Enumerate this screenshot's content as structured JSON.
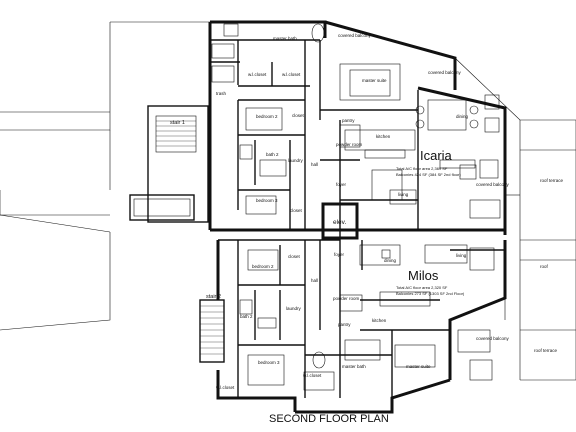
{
  "title": "SECOND FLOOR PLAN",
  "units": [
    {
      "name": "Icaria",
      "ac_area": "Total A/C floor area 2,369 SF",
      "balconies": "Balconies 424 SF (384 SF 2nd floor)"
    },
    {
      "name": "Milos",
      "ac_area": "Total A/C floor area 2,320 SF",
      "balconies": "Balconies 273 SF (1303 SF 2nd Floor)"
    }
  ],
  "rooms": {
    "master_bath_top": "master bath",
    "covered_balcony_top": "covered balcony",
    "wlcloset_a": "w.l.closet",
    "wlcloset_b": "w.l.closet",
    "master_suite_top": "master suite",
    "covered_balcony_top2": "covered balcony",
    "trash": "trash",
    "stair1": "stair 1",
    "bedroom2_top": "bedroom 2",
    "closet_a": "closet",
    "bath2_top": "bath 2",
    "laundry_top": "laundry",
    "bedroom3_top": "bedroom 3",
    "closet_b": "closet",
    "hall_top": "hall",
    "pantry_top": "pantry",
    "powder_room_top": "powder room",
    "kitchen_top": "kitchen",
    "dining_top": "dining",
    "foyer_top": "foyer",
    "living_top": "living",
    "covered_balcony_mid": "covered balcony",
    "roof_terrace_top": "roof terrace",
    "elev": "elev.",
    "bedroom2_bot": "bedroom 2",
    "closet_c": "closet",
    "hall_bot": "hall",
    "foyer_bot": "foyer",
    "dining_bot": "dining",
    "living_bot": "living",
    "roof": "roof",
    "stair2": "stair 2",
    "bath2_bot": "bath 2",
    "laundry_bot": "laundry",
    "powder_room_bot": "powder room",
    "kitchen_bot": "kitchen",
    "pantry_bot": "pantry",
    "covered_balcony_bot": "covered balcony",
    "roof_terrace_bot": "roof terrace",
    "bedroom3_bot": "bedroom 3",
    "wlcloset_c": "w.l.closet",
    "wlcloset_d": "w.l.closet",
    "master_bath_bot": "master bath",
    "master_suite_bot": "master suite"
  }
}
